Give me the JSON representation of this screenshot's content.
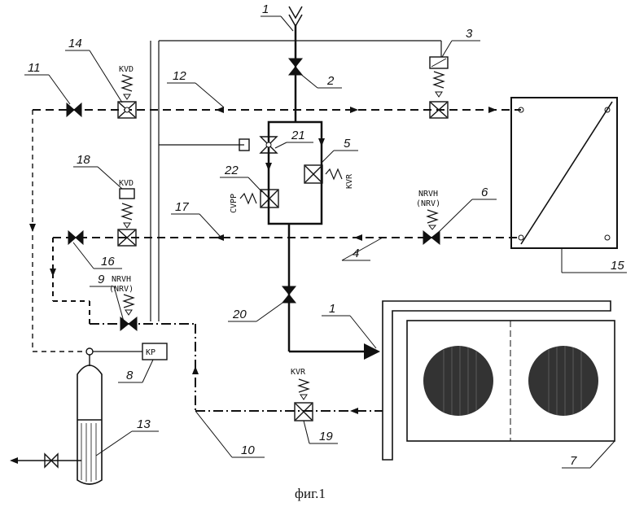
{
  "figure": {
    "caption": "фиг.1"
  },
  "labels": {
    "n1": "1",
    "n1b": "1",
    "n2": "2",
    "n3": "3",
    "n4": "4",
    "n5": "5",
    "n6": "6",
    "n7": "7",
    "n8": "8",
    "n9": "9",
    "n10": "10",
    "n11": "11",
    "n12": "12",
    "n13": "13",
    "n14": "14",
    "n15": "15",
    "n16": "16",
    "n17": "17",
    "n18": "18",
    "n19": "19",
    "n20": "20",
    "n21": "21",
    "n22": "22"
  },
  "tags": {
    "kvd14": "KVD",
    "kvd18": "KVD",
    "kvr5": "KVR",
    "kvr19": "KVR",
    "nrvh6": "NRVH",
    "nrv6": "(NRV)",
    "nrvh9": "NRVH",
    "nrv9": "(NRV)",
    "cvpp22": "CVPP",
    "kp8": "KP"
  },
  "colors": {
    "ink": "#111111",
    "fan": "#333333"
  }
}
